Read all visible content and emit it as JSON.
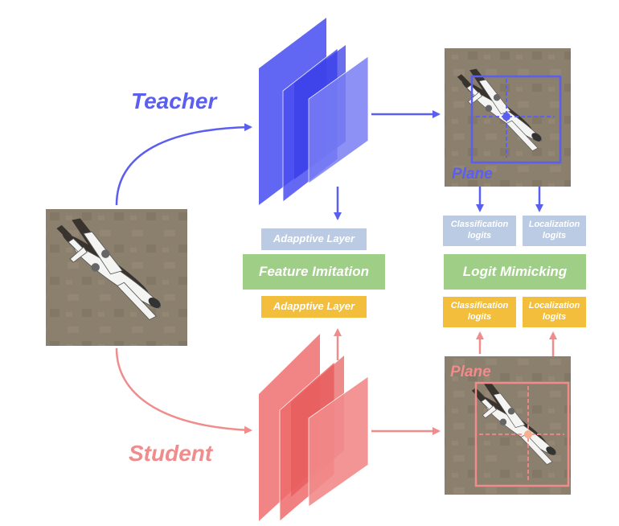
{
  "labels": {
    "teacher": "Teacher",
    "student": "Student",
    "plane_teacher": "Plane",
    "plane_student": "Plane"
  },
  "boxes": {
    "adaptive_layer_top": "Adapptive Layer",
    "feature_imitation": "Feature Imitation",
    "adaptive_layer_bottom": "Adapptive Layer",
    "teacher_classification": "Classification logits",
    "teacher_localization": "Localization logits",
    "logit_mimicking": "Logit Mimicking",
    "student_classification": "Classification logits",
    "student_localization": "Localization logits"
  },
  "colors": {
    "teacher": "#5b5ff0",
    "student": "#f08c8c",
    "light_blue_box": "#bccbe4",
    "green_box": "#9fcf86",
    "orange_box": "#f2be3c",
    "tarmac": "#8b7f6d"
  }
}
